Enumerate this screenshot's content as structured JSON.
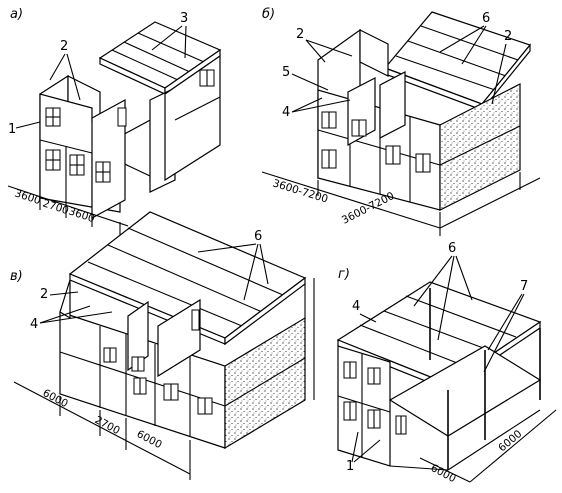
{
  "figure": {
    "panels": [
      {
        "id": "a",
        "letter": "а)",
        "callouts": [
          "1",
          "2",
          "3"
        ],
        "dimensions": [
          "3600",
          "2700",
          "3600"
        ]
      },
      {
        "id": "b",
        "letter": "б)",
        "callouts": [
          "2",
          "2",
          "4",
          "5",
          "6"
        ],
        "dimensions": [
          "3600-7200",
          "3600-7200"
        ]
      },
      {
        "id": "v",
        "letter": "в)",
        "callouts": [
          "2",
          "4",
          "6"
        ],
        "dimensions": [
          "6000",
          "2700",
          "6000"
        ]
      },
      {
        "id": "g",
        "letter": "г)",
        "callouts": [
          "4",
          "6",
          "7",
          "1"
        ],
        "dimensions": [
          "6000",
          "6000"
        ]
      }
    ]
  }
}
